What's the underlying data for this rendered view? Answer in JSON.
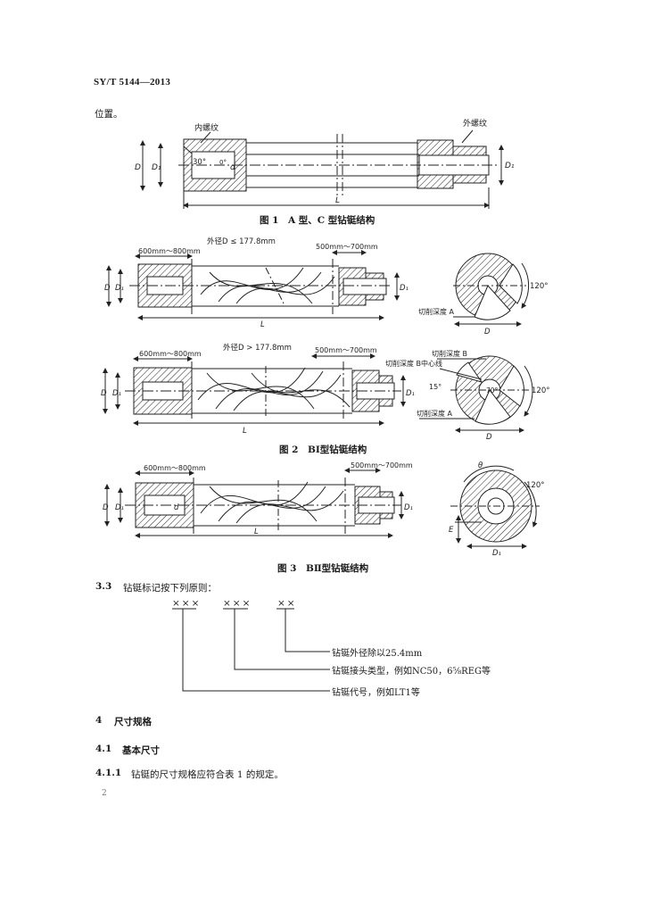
{
  "header": {
    "doc_id": "SY/T 5144—2013"
  },
  "intro": {
    "text": "位置。"
  },
  "fig1": {
    "caption": "图 1　A 型、C 型钻铤结构",
    "labels": {
      "inner_thread": "内螺纹",
      "outer_thread": "外螺纹",
      "D": "D",
      "D1": "D₁",
      "d": "d",
      "L": "L",
      "angle": "30°",
      "angle2": "0°"
    }
  },
  "fig2": {
    "caption": "图 2　BⅠ型钻铤结构",
    "top": {
      "od_note": "外径D ≤ 177.8mm",
      "len1": "600mm～800mm",
      "len2": "500mm～700mm",
      "cut_a": "切削深度 A",
      "angle": "120°"
    },
    "bottom": {
      "od_note": "外径D > 177.8mm",
      "len1": "600mm～800mm",
      "len2": "500mm～700mm",
      "cut_b": "切削深度 B",
      "cut_b_center": "切削深度 B中心线",
      "cut_a": "切削深度 A",
      "a15": "15°",
      "a70": "70°",
      "angle": "120°"
    }
  },
  "fig3": {
    "caption": "图 3　BⅡ型钻铤结构",
    "labels": {
      "len1": "600mm～800mm",
      "len2": "500mm～700mm",
      "angle": "120°",
      "E": "E",
      "D1": "D₁",
      "theta": "θ"
    }
  },
  "section_3_3": {
    "number": "3.3",
    "text": "钻铤标记按下列原则：",
    "codes": [
      "×××",
      "×××",
      "××"
    ],
    "explain": [
      "钻铤外径除以25.4mm",
      "钻铤接头类型，例如NC50，6⅝REG等",
      "钻铤代号，例如LT1等"
    ]
  },
  "section_4": {
    "number": "4",
    "title": "尺寸规格"
  },
  "section_4_1": {
    "number": "4.1",
    "title": "基本尺寸"
  },
  "section_4_1_1": {
    "number": "4.1.1",
    "text": "钻铤的尺寸规格应符合表 1 的规定。"
  },
  "footer": {
    "page_number": "2"
  }
}
